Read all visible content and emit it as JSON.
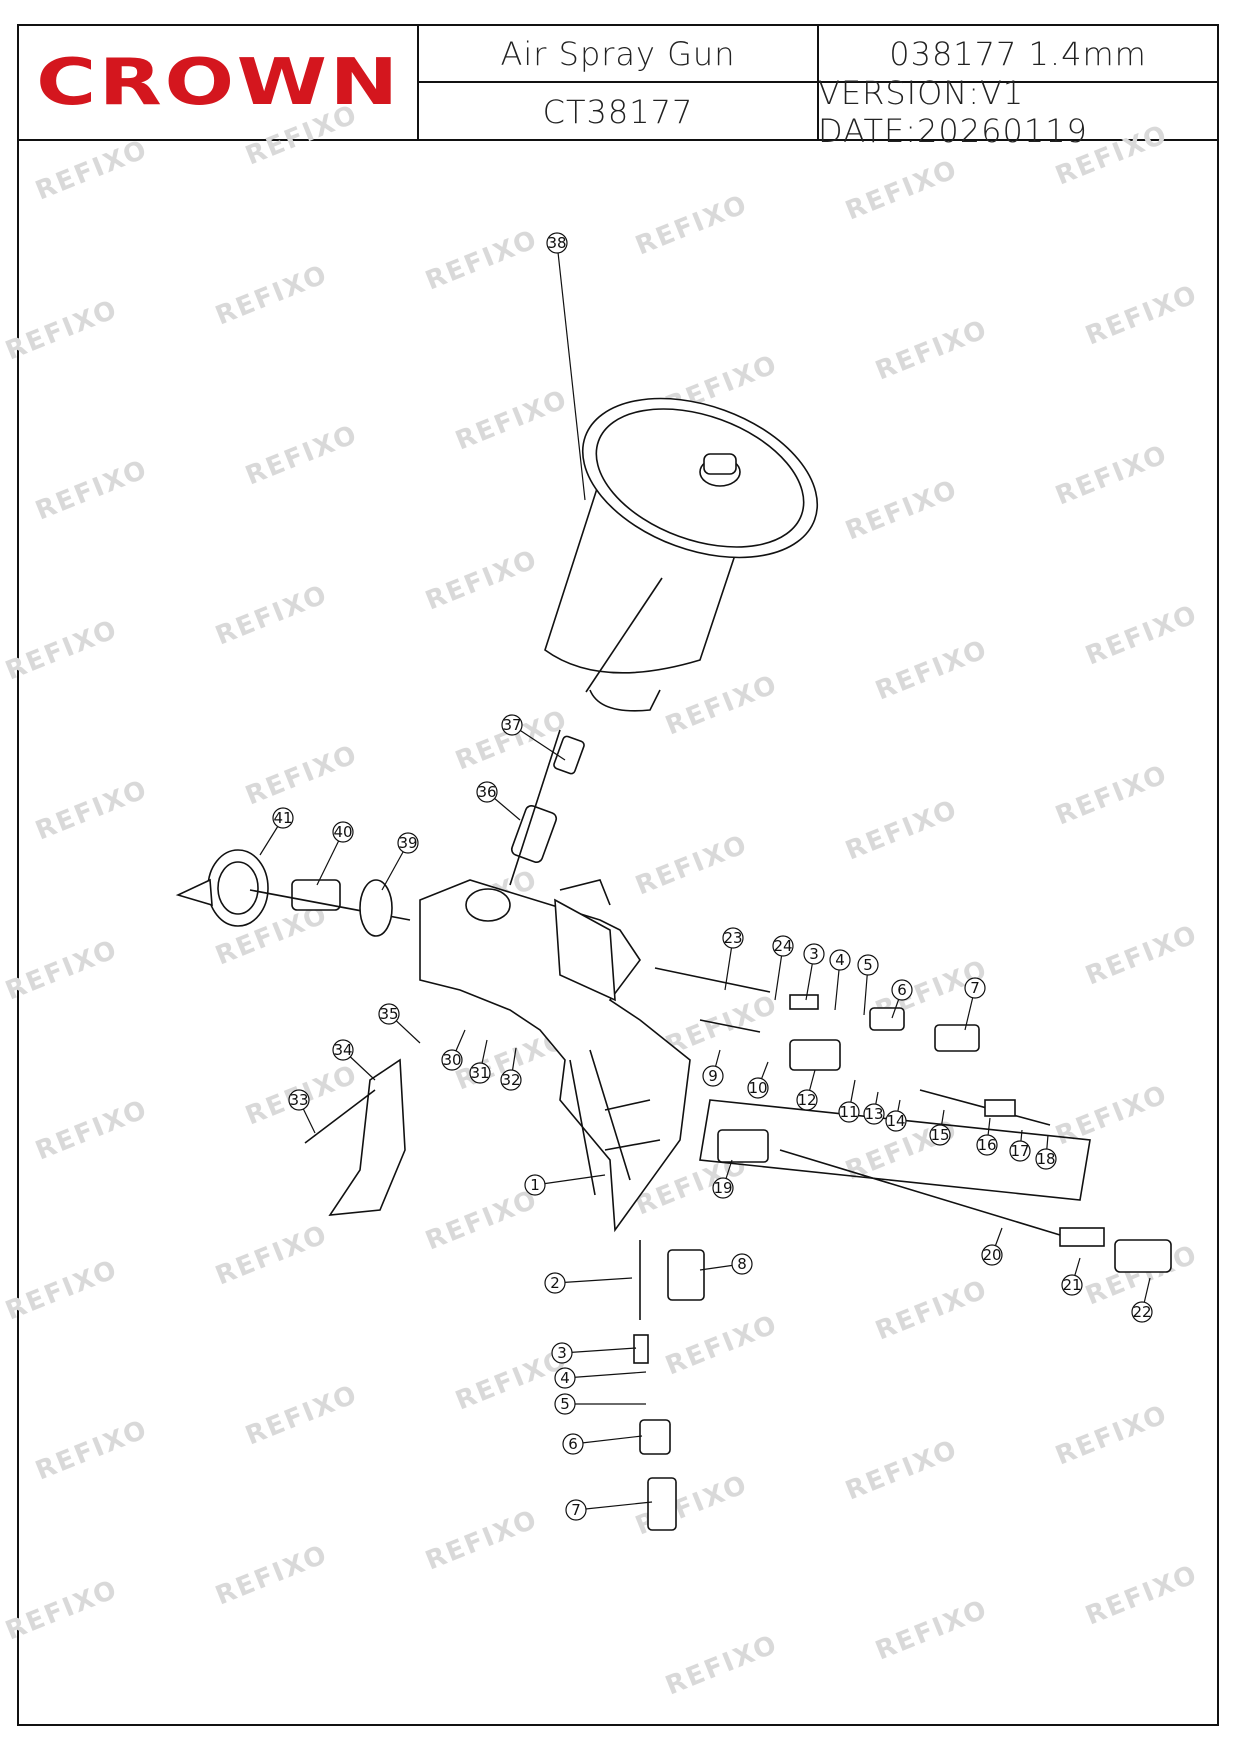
{
  "brand": {
    "logo_text": "CROWN",
    "color": "#d4161e"
  },
  "header": {
    "product_name": "Air  Spray  Gun",
    "product_code": "038177  1.4mm",
    "model": "CT38177",
    "version_date": "VERSION:V1  DATE:20260119"
  },
  "watermark": {
    "text": "REFIXO",
    "color": "#d9d9d9"
  },
  "callouts": [
    "1",
    "2",
    "3",
    "4",
    "5",
    "6",
    "7",
    "8",
    "9",
    "10",
    "11",
    "12",
    "13",
    "14",
    "15",
    "16",
    "17",
    "18",
    "19",
    "20",
    "21",
    "22",
    "23",
    "24",
    "3",
    "4",
    "5",
    "6",
    "7",
    "30",
    "31",
    "32",
    "33",
    "34",
    "35",
    "36",
    "37",
    "38",
    "39",
    "40",
    "41"
  ]
}
